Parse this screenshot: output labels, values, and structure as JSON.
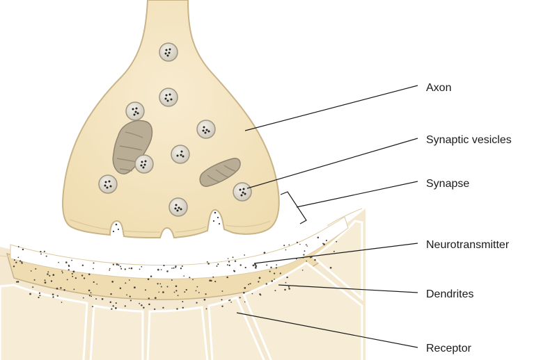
{
  "labels": {
    "axon": "Axon",
    "synaptic_vesicles": "Synaptic vesicles",
    "synapse": "Synapse",
    "neurotransmitter": "Neurotransmitter",
    "dendrites": "Dendrites",
    "receptor": "Receptor"
  },
  "colors": {
    "membrane_fill": "#f6e7c3",
    "membrane_stroke": "#c9b48a",
    "cleft_fill": "#ffffff",
    "mitochondria_fill": "#b9ad95",
    "vesicle_fill": "#e6e1d6",
    "dot_color": "#3a3a3a",
    "leader_color": "#1a1a1a"
  }
}
